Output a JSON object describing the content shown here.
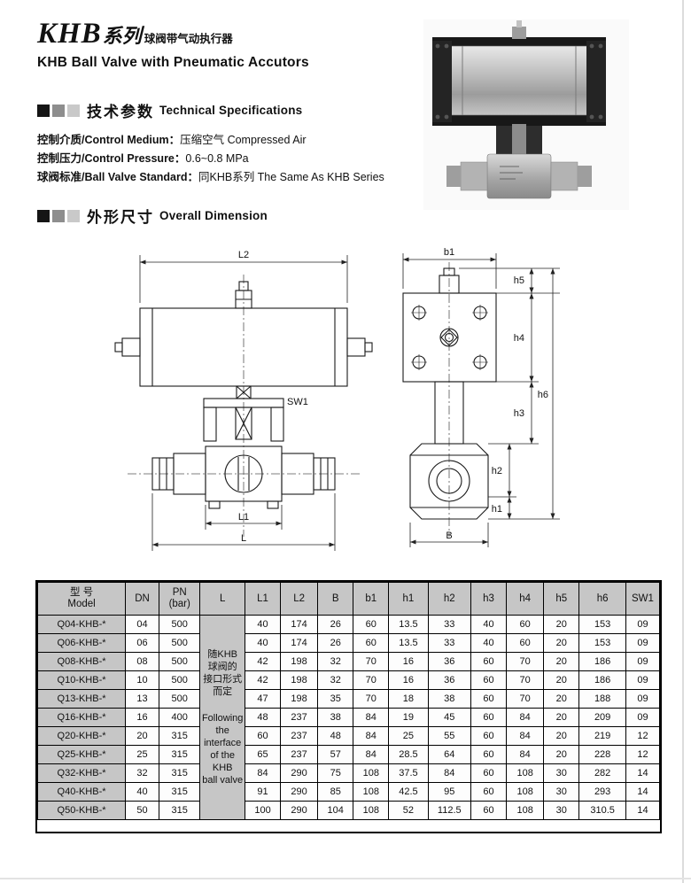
{
  "header": {
    "title_khb": "KHB",
    "title_series": "系列",
    "title_zh_small": "球阀带气动执行器",
    "title_en": "KHB Ball Valve with Pneumatic Accutors"
  },
  "sections": {
    "tech": {
      "zh": "技术参数",
      "en": "Technical Specifications"
    },
    "dim": {
      "zh": "外形尺寸",
      "en": "Overall Dimension"
    }
  },
  "specs": [
    {
      "label": "控制介质/Control Medium：",
      "value": "压缩空气  Compressed Air"
    },
    {
      "label": "控制压力/Control Pressure：",
      "value": "0.6~0.8 MPa"
    },
    {
      "label": "球阀标准/Ball Valve Standard：",
      "value": "同KHB系列  The Same As KHB Series"
    }
  ],
  "drawing_labels": {
    "L2": "L2",
    "SW1": "SW1",
    "L1": "L1",
    "L": "L",
    "b1": "b1",
    "h1": "h1",
    "h2": "h2",
    "h3": "h3",
    "h4": "h4",
    "h5": "h5",
    "h6": "h6",
    "B": "B"
  },
  "colors": {
    "heading_square_dark": "#151515",
    "heading_square_mid": "#8e8e8e",
    "heading_square_light": "#c9c9c9",
    "table_header_bg": "#c6c6c6"
  },
  "table": {
    "headers": [
      "型 号\nModel",
      "DN",
      "PN\n(bar)",
      "L",
      "L1",
      "L2",
      "B",
      "b1",
      "h1",
      "h2",
      "h3",
      "h4",
      "h5",
      "h6",
      "SW1"
    ],
    "l_note_zh": "随KHB\n球阀的\n接口形式\n而定",
    "l_note_en": "Following\nthe\ninterface\nof  the\nKHB\nball valve",
    "rows": [
      {
        "model": "Q04-KHB-*",
        "dn": "04",
        "pn": "500",
        "dims": [
          "40",
          "174",
          "26",
          "60",
          "13.5",
          "33",
          "40",
          "60",
          "20",
          "153",
          "09"
        ]
      },
      {
        "model": "Q06-KHB-*",
        "dn": "06",
        "pn": "500",
        "dims": [
          "40",
          "174",
          "26",
          "60",
          "13.5",
          "33",
          "40",
          "60",
          "20",
          "153",
          "09"
        ]
      },
      {
        "model": "Q08-KHB-*",
        "dn": "08",
        "pn": "500",
        "dims": [
          "42",
          "198",
          "32",
          "70",
          "16",
          "36",
          "60",
          "70",
          "20",
          "186",
          "09"
        ]
      },
      {
        "model": "Q10-KHB-*",
        "dn": "10",
        "pn": "500",
        "dims": [
          "42",
          "198",
          "32",
          "70",
          "16",
          "36",
          "60",
          "70",
          "20",
          "186",
          "09"
        ]
      },
      {
        "model": "Q13-KHB-*",
        "dn": "13",
        "pn": "500",
        "dims": [
          "47",
          "198",
          "35",
          "70",
          "18",
          "38",
          "60",
          "70",
          "20",
          "188",
          "09"
        ]
      },
      {
        "model": "Q16-KHB-*",
        "dn": "16",
        "pn": "400",
        "dims": [
          "48",
          "237",
          "38",
          "84",
          "19",
          "45",
          "60",
          "84",
          "20",
          "209",
          "09"
        ]
      },
      {
        "model": "Q20-KHB-*",
        "dn": "20",
        "pn": "315",
        "dims": [
          "60",
          "237",
          "48",
          "84",
          "25",
          "55",
          "60",
          "84",
          "20",
          "219",
          "12"
        ]
      },
      {
        "model": "Q25-KHB-*",
        "dn": "25",
        "pn": "315",
        "dims": [
          "65",
          "237",
          "57",
          "84",
          "28.5",
          "64",
          "60",
          "84",
          "20",
          "228",
          "12"
        ]
      },
      {
        "model": "Q32-KHB-*",
        "dn": "32",
        "pn": "315",
        "dims": [
          "84",
          "290",
          "75",
          "108",
          "37.5",
          "84",
          "60",
          "108",
          "30",
          "282",
          "14"
        ]
      },
      {
        "model": "Q40-KHB-*",
        "dn": "40",
        "pn": "315",
        "dims": [
          "91",
          "290",
          "85",
          "108",
          "42.5",
          "95",
          "60",
          "108",
          "30",
          "293",
          "14"
        ]
      },
      {
        "model": "Q50-KHB-*",
        "dn": "50",
        "pn": "315",
        "dims": [
          "100",
          "290",
          "104",
          "108",
          "52",
          "112.5",
          "60",
          "108",
          "30",
          "310.5",
          "14"
        ]
      }
    ]
  }
}
